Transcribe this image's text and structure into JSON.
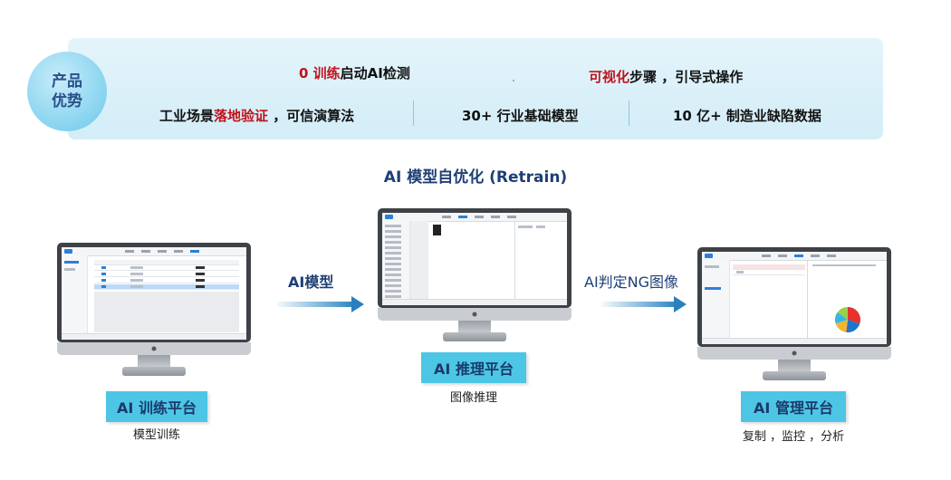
{
  "badge": {
    "line1": "产品",
    "line2": "优势"
  },
  "features": {
    "f1": {
      "highlight": "0 训练",
      "rest": "启动AI检测"
    },
    "f2": {
      "highlight": "可视化",
      "rest": "步骤 ，引导式操作"
    },
    "f3": {
      "pre": "工业场景",
      "highlight": "落地验证",
      "rest": " ，可信演算法"
    },
    "f4": {
      "text": "30+ 行业基础模型"
    },
    "f5": {
      "text": "10 亿+ 制造业缺陷数据"
    }
  },
  "title": "AI 模型自优化 (Retrain)",
  "arrows": {
    "a1": "AI模型",
    "a2": "AI判定NG图像"
  },
  "platforms": [
    {
      "name": "AI 训练平台",
      "caption": "模型训练"
    },
    {
      "name": "AI 推理平台",
      "caption": "图像推理"
    },
    {
      "name": "AI 管理平台",
      "caption": "复制 ，监控 ，分析"
    }
  ],
  "pie": {
    "slices": [
      {
        "value": 0.3,
        "color": "#e8322f"
      },
      {
        "value": 0.22,
        "color": "#1f75c7"
      },
      {
        "value": 0.18,
        "color": "#f3b531"
      },
      {
        "value": 0.15,
        "color": "#35b7e0"
      },
      {
        "value": 0.15,
        "color": "#9bd04b"
      }
    ]
  }
}
